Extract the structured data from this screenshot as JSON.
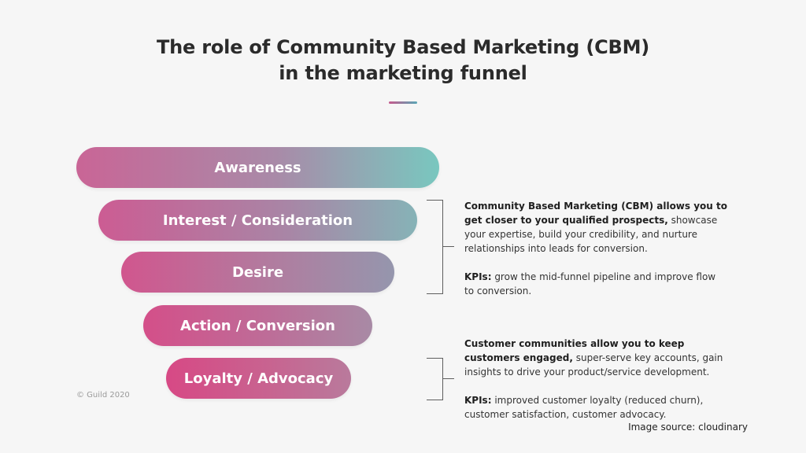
{
  "title": {
    "line1": "The role of Community Based Marketing (CBM)",
    "line2": "in the marketing funnel"
  },
  "colors": {
    "pink": "#d44f89",
    "teal": "#79c7bf",
    "text": "#333333"
  },
  "funnel": {
    "stages": [
      "Awareness",
      "Interest / Consideration",
      "Desire",
      "Action / Conversion",
      "Loyalty / Advocacy"
    ]
  },
  "copyright": "© Guild 2020",
  "notes": {
    "cbm": {
      "lines": [
        {
          "bold": "Community Based Marketing (CBM) allows you to",
          "text": ""
        },
        {
          "bold": "get closer to your qualified prospects,",
          "text": " showcase"
        },
        {
          "bold": "",
          "text": "your expertise, build your credibility, and nurture"
        },
        {
          "bold": "",
          "text": "relationships into leads for conversion."
        }
      ],
      "kpi_label": "KPIs:",
      "kpi_line1": " grow the mid-funnel pipeline and improve flow",
      "kpi_line2": "to conversion."
    },
    "community": {
      "lines": [
        {
          "bold": "Customer communities allow you to keep",
          "text": ""
        },
        {
          "bold": "customers engaged,",
          "text": " super-serve key accounts, gain"
        },
        {
          "bold": "",
          "text": "insights to drive your product/service development."
        }
      ],
      "kpi_label": "KPIs:",
      "kpi_line1": " improved customer loyalty (reduced churn),",
      "kpi_line2": "customer satisfaction, customer advocacy."
    }
  },
  "source": "Image source: cloudinary"
}
